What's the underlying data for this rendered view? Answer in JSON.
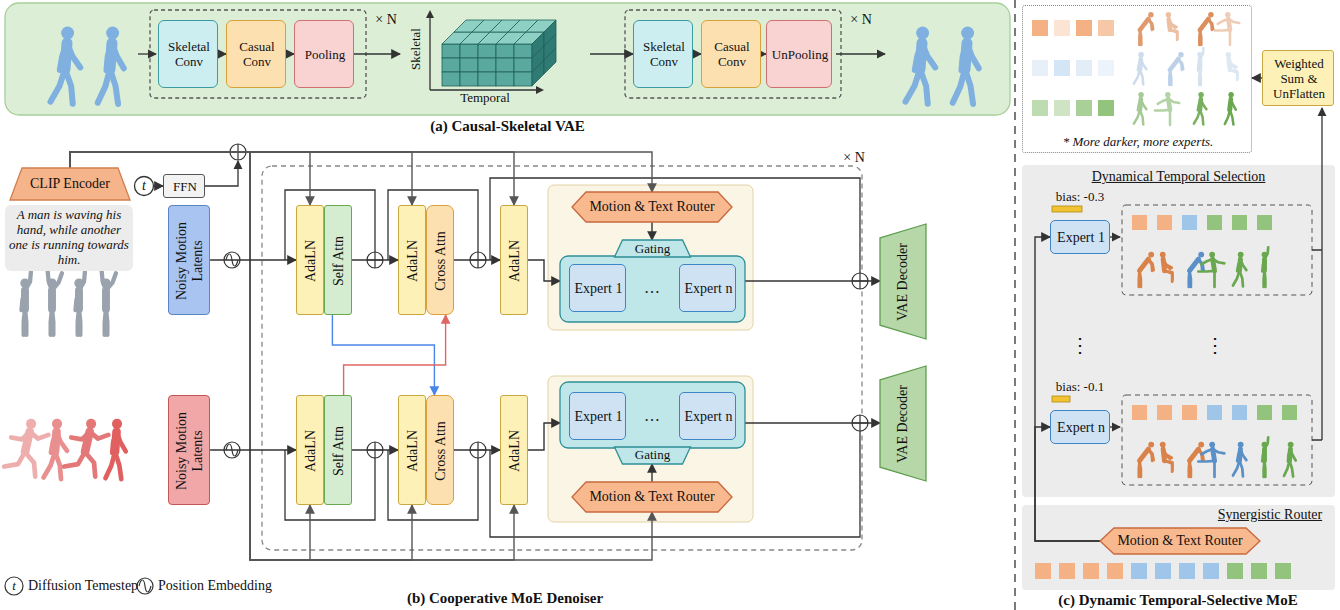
{
  "diagram": {
    "nodes": [
      {
        "text": [
          "(a) Causal-Skeletal VAE"
        ]
      },
      {
        "text": [
          "× N"
        ],
        "in": 0
      },
      {
        "text": [
          "Skeletal Conv"
        ],
        "in": 1
      },
      {
        "text": [
          "Casual Conv"
        ],
        "in": 1
      },
      {
        "text": [
          "Pooling"
        ],
        "in": 1
      },
      {
        "text": [
          "Skeletal",
          "Temporal"
        ],
        "in": 0
      },
      {
        "text": [
          "× N"
        ],
        "in": 0
      },
      {
        "text": [
          "Skeletal Conv"
        ],
        "in": 6
      },
      {
        "text": [
          "Casual Conv"
        ],
        "in": 6
      },
      {
        "text": [
          "UnPooling"
        ],
        "in": 6
      },
      {
        "text": [
          "CLIP Encoder"
        ]
      },
      {
        "text": [
          "t"
        ]
      },
      {
        "text": [
          "FFN"
        ]
      },
      {
        "text": [
          "Noisy Motion Latents"
        ]
      },
      {
        "text": [
          "Noisy Motion Latents"
        ]
      },
      {
        "text": [
          "× N"
        ]
      },
      {
        "text": [
          "AdaLN"
        ],
        "in": 15
      },
      {
        "text": [
          "Self Attn"
        ],
        "in": 15
      },
      {
        "text": [
          "AdaLN"
        ],
        "in": 15
      },
      {
        "text": [
          "Cross Attn"
        ],
        "in": 15
      },
      {
        "text": [
          "AdaLN"
        ],
        "in": 15
      },
      {
        "text": [
          "Motion & Text Router"
        ],
        "in": 15
      },
      {
        "text": [
          "Gating"
        ],
        "in": 15
      },
      {
        "text": [
          "Expert 1"
        ],
        "in": 22
      },
      {
        "text": [
          "Expert n"
        ],
        "in": 22
      },
      {
        "text": [
          "AdaLN"
        ],
        "in": 15
      },
      {
        "text": [
          "Self Attn"
        ],
        "in": 15
      },
      {
        "text": [
          "AdaLN"
        ],
        "in": 15
      },
      {
        "text": [
          "Cross Attn"
        ],
        "in": 15
      },
      {
        "text": [
          "AdaLN"
        ],
        "in": 15
      },
      {
        "text": [
          "Gating"
        ],
        "in": 15
      },
      {
        "text": [
          "Expert 1"
        ],
        "in": 30
      },
      {
        "text": [
          "Expert n"
        ],
        "in": 30
      },
      {
        "text": [
          "Motion & Text Router"
        ],
        "in": 15
      },
      {
        "text": [
          "VAE Decoder"
        ]
      },
      {
        "text": [
          "VAE Decoder"
        ]
      },
      {
        "text": [
          "* More darker, more experts."
        ]
      },
      {
        "text": [
          "Weighted Sum & UnFlatten"
        ]
      },
      {
        "text": [
          "Dynamical Temporal Selection"
        ]
      },
      {
        "text": [
          "Expert 1"
        ],
        "in": 38
      },
      {
        "text": [
          "Expert n"
        ],
        "in": 38
      },
      {
        "text": [
          "Synergistic Router"
        ]
      },
      {
        "text": [
          "Motion & Text Router"
        ],
        "in": 41
      }
    ],
    "edges": [
      {
        "from": 2,
        "to": 3,
        "arrow": "to"
      },
      {
        "from": 3,
        "to": 4,
        "arrow": "to"
      },
      {
        "from": 4,
        "to": 5,
        "arrow": "to"
      },
      {
        "from": 5,
        "to": 7,
        "arrow": "to"
      },
      {
        "from": 7,
        "to": 8,
        "arrow": "to"
      },
      {
        "from": 8,
        "to": 9,
        "arrow": "to"
      },
      {
        "from": 11,
        "to": 12,
        "arrow": "to"
      },
      {
        "from": 10,
        "to": 16,
        "arrow": "to"
      },
      {
        "from": 10,
        "to": 18,
        "arrow": "to"
      },
      {
        "from": 10,
        "to": 20,
        "arrow": "to"
      },
      {
        "from": 10,
        "to": 21,
        "arrow": "to"
      },
      {
        "from": 10,
        "to": 25,
        "arrow": "to"
      },
      {
        "from": 10,
        "to": 27,
        "arrow": "to"
      },
      {
        "from": 10,
        "to": 29,
        "arrow": "to"
      },
      {
        "from": 10,
        "to": 33,
        "arrow": "to"
      },
      {
        "from": 13,
        "to": 16,
        "arrow": "to"
      },
      {
        "from": 17,
        "to": 18,
        "arrow": "to"
      },
      {
        "from": 19,
        "to": 20,
        "arrow": "to"
      },
      {
        "from": 20,
        "to": 22,
        "arrow": "to"
      },
      {
        "from": 21,
        "to": 22,
        "arrow": "to"
      },
      {
        "from": 22,
        "to": 34,
        "arrow": "to"
      },
      {
        "from": 14,
        "to": 25,
        "arrow": "to"
      },
      {
        "from": 26,
        "to": 27,
        "arrow": "to"
      },
      {
        "from": 28,
        "to": 29,
        "arrow": "to"
      },
      {
        "from": 29,
        "to": 30,
        "arrow": "to"
      },
      {
        "from": 33,
        "to": 30,
        "arrow": "to"
      },
      {
        "from": 30,
        "to": 35,
        "arrow": "to"
      },
      {
        "from": 17,
        "to": 28,
        "arrow": "to"
      },
      {
        "from": 26,
        "to": 19,
        "arrow": "to"
      },
      {
        "from": 42,
        "to": 39,
        "arrow": "to"
      },
      {
        "from": 42,
        "to": 40,
        "arrow": "to"
      },
      {
        "from": 37,
        "to": 36,
        "arrow": "to"
      }
    ],
    "labels": [
      "A man is waving his hand, while another one is running towards him.",
      "…",
      "…",
      "(b) Cooperative MoE Denoiser",
      "t",
      "(c) Dynamic Temporal-Selective MoE",
      "bias: -0.3",
      "bias: -0.1",
      "⋮",
      "⋮"
    ],
    "legend": [
      {
        "text": "Diffusion Temestep"
      },
      {
        "text": "Position Embedding"
      }
    ]
  }
}
